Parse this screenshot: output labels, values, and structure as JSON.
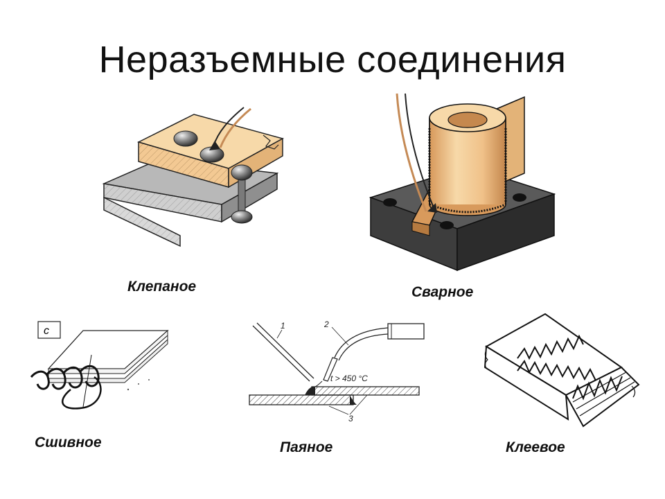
{
  "title": "Неразъемные соединения",
  "figures": {
    "riveted": {
      "label": "Клепаное",
      "icon": "riveted-joint-illustration"
    },
    "welded": {
      "label": "Сварное",
      "icon": "welded-joint-illustration"
    },
    "stitched": {
      "label": "Сшивное",
      "icon": "stitched-joint-illustration",
      "marker": "с"
    },
    "soldered": {
      "label": "Паяное",
      "icon": "soldered-joint-illustration",
      "callout_1": "1",
      "callout_2": "2",
      "callout_3": "3",
      "temperature": "t > 450 °C"
    },
    "glued": {
      "label": "Клеевое",
      "icon": "glued-joint-illustration"
    }
  },
  "colors": {
    "wood": "#f3c993",
    "wood_dark": "#d89a5c",
    "steel": "#a9a9a9",
    "steel_dark": "#4a4a4a",
    "rivet": "#6f6f6f"
  }
}
